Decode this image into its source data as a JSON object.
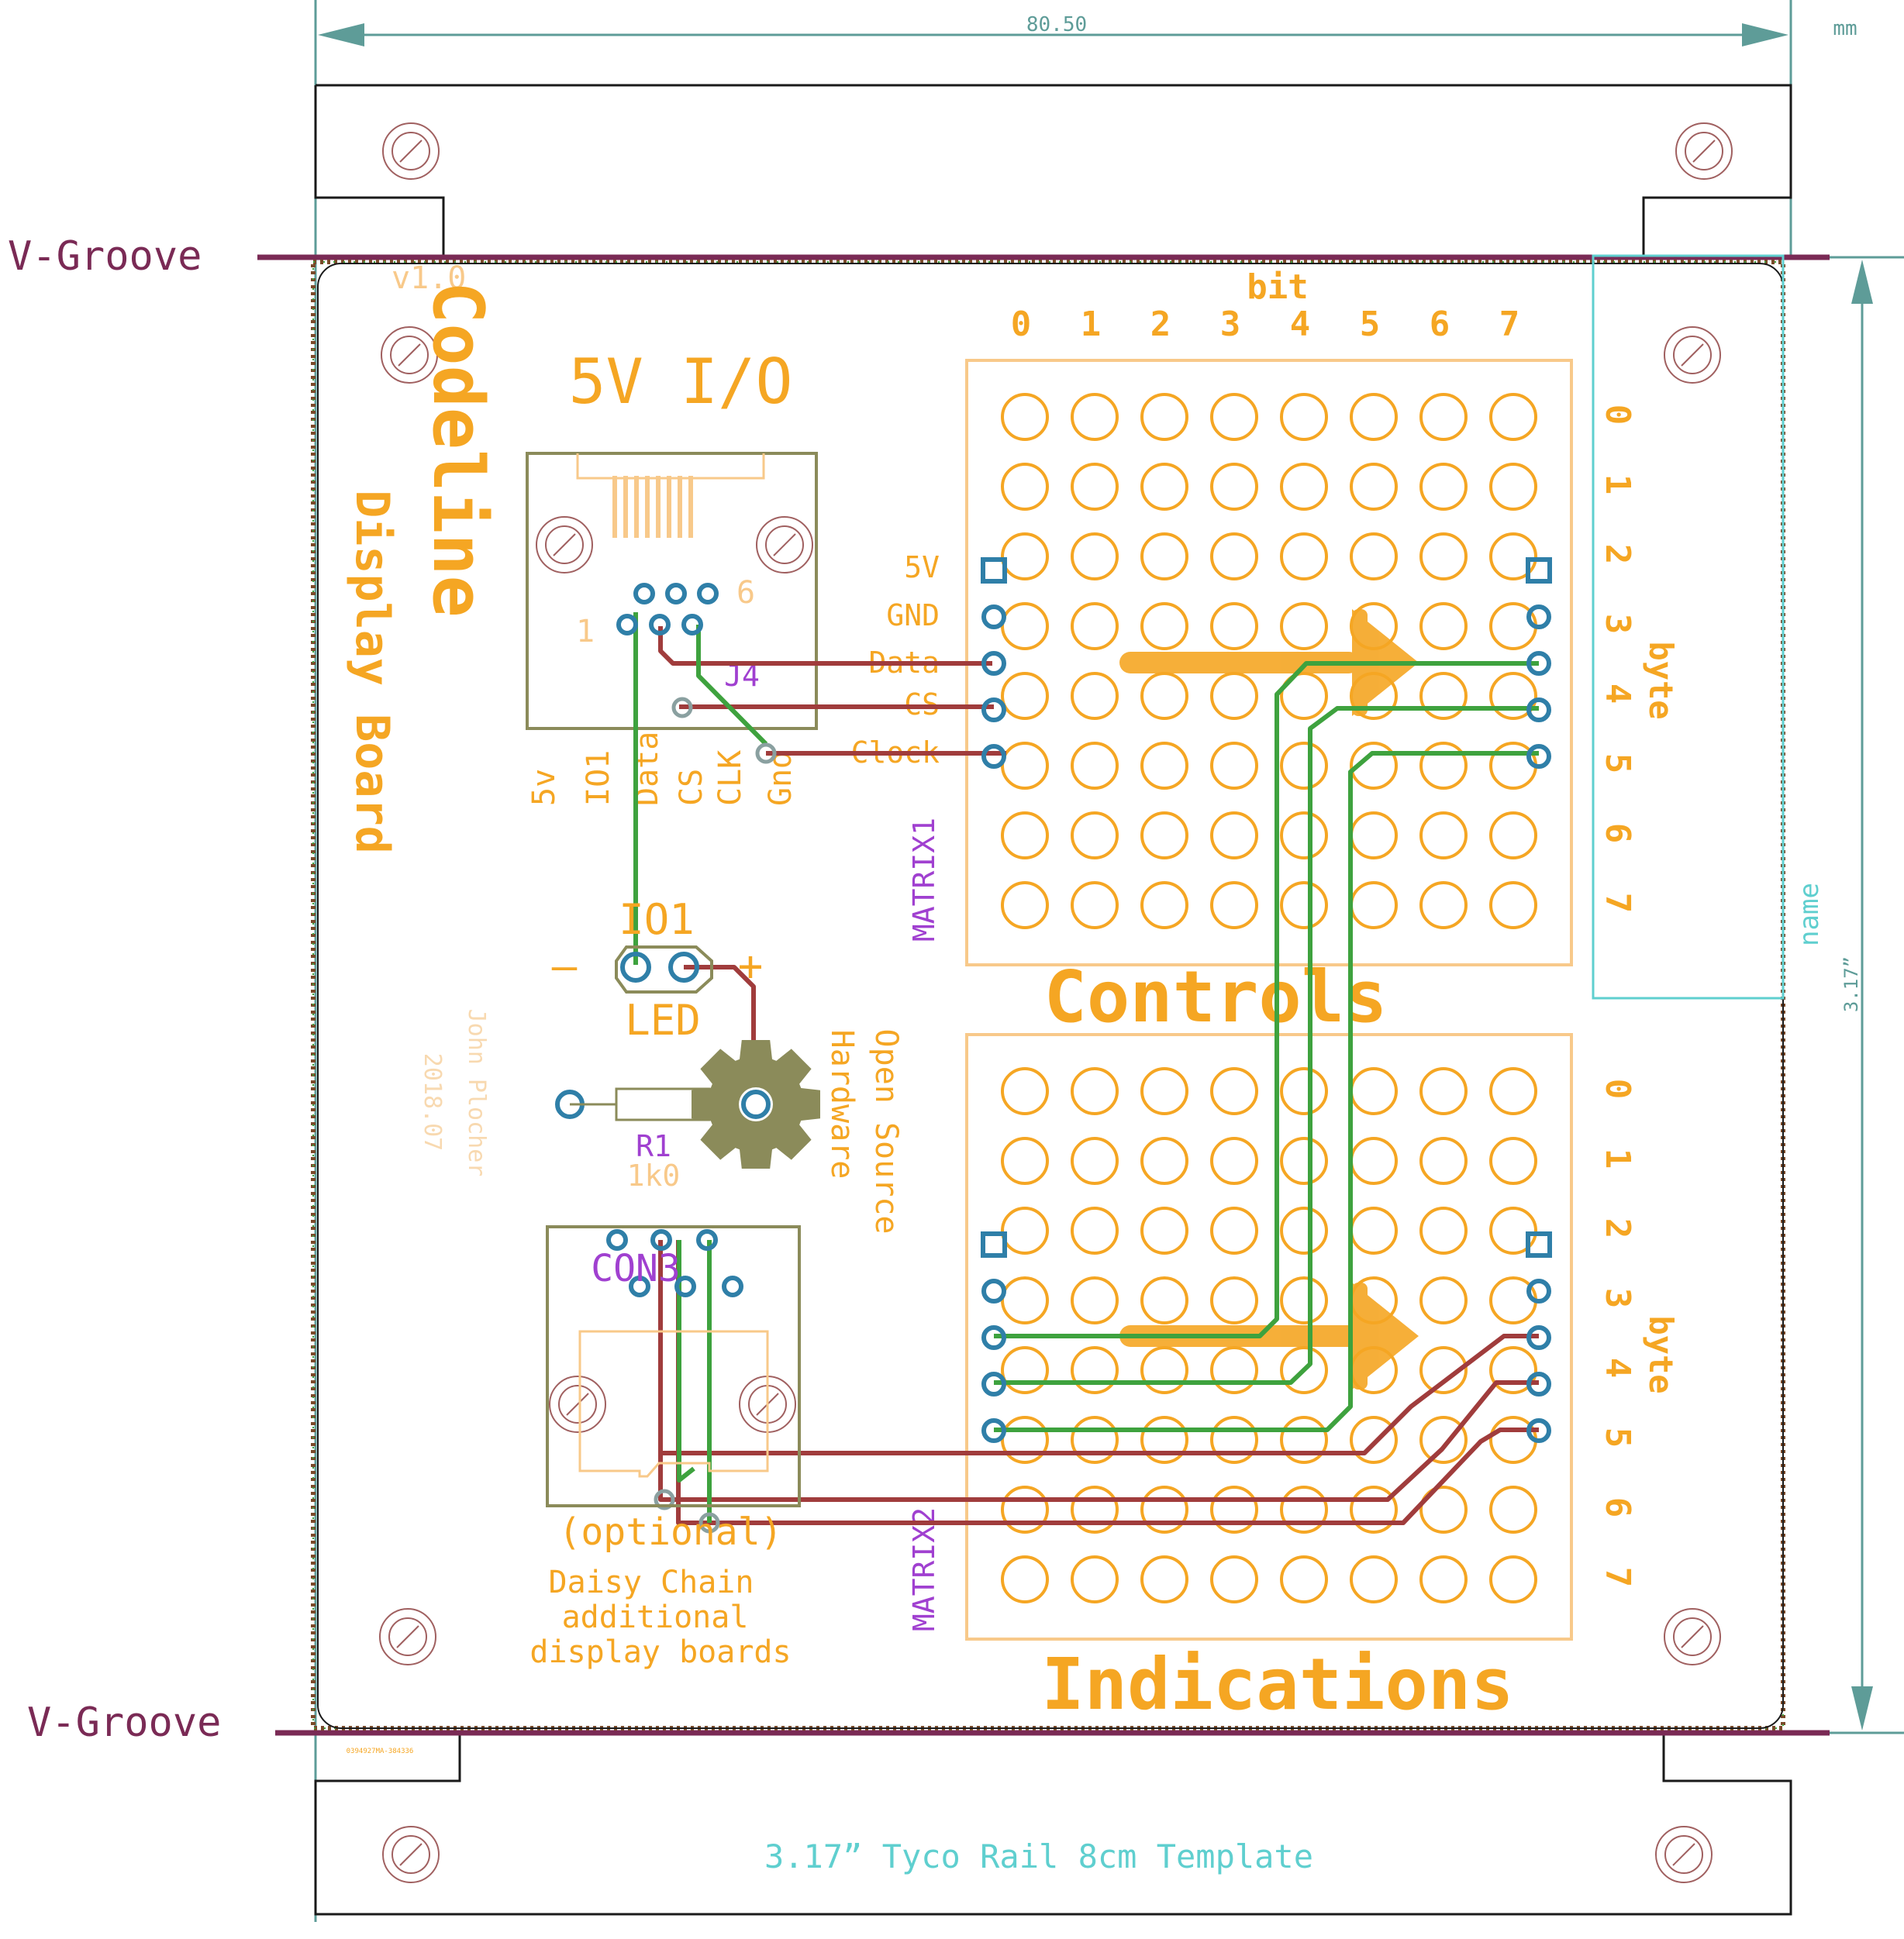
{
  "colors": {
    "silk": "#f5a623",
    "silk_light": "#f8c98a",
    "outline": "#1a1a1a",
    "pcb_outline": "#8b8b5a",
    "vgroove": "#7a2a55",
    "trace_red": "#a03c3c",
    "trace_green": "#3ea23e",
    "pad": "#2f7fa8",
    "dimension": "#5e9c98",
    "teal": "#5fcfcf",
    "purple": "#a040d0",
    "hole": "#a06060"
  },
  "dimension": {
    "width_value": "80.50",
    "unit": "mm",
    "height_value": "3.17”"
  },
  "vgroove": {
    "top_label": "V-Groove",
    "bottom_label": "V-Groove"
  },
  "board": {
    "version": "v1.0",
    "title": "Codeline",
    "subtitle": "Display Board",
    "author": "John Plocher",
    "date": "2018.07",
    "rail_template": "3.17” Tyco Rail 8cm Template",
    "name_box_label": "name",
    "tiny_ref": "0394927MA-384336"
  },
  "connector_j4": {
    "title": "5V I/O",
    "ref": "J4",
    "pin_first": "1",
    "pin_last": "6",
    "pin_labels": [
      "5v",
      "IO1",
      "Data",
      "CS",
      "CLK",
      "Gnd"
    ]
  },
  "signals": [
    "5V",
    "GND",
    "Data",
    "CS",
    "Clock"
  ],
  "led": {
    "ref": "IO1",
    "label": "LED",
    "minus": "–",
    "plus": "+"
  },
  "resistor": {
    "ref": "R1",
    "value": "1k0"
  },
  "oshw": {
    "line1": "Open Source",
    "line2": "Hardware"
  },
  "connector_con3": {
    "ref": "CON3",
    "optional": "(optional)",
    "note_lines": [
      "Daisy Chain",
      "additional",
      "display boards"
    ]
  },
  "matrix1": {
    "ref": "MATRIX1",
    "caption": "Controls",
    "bit_title": "bit",
    "byte_title": "byte"
  },
  "matrix2": {
    "ref": "MATRIX2",
    "caption": "Indications",
    "byte_title": "byte"
  },
  "bit_labels": [
    "0",
    "1",
    "2",
    "3",
    "4",
    "5",
    "6",
    "7"
  ],
  "byte_labels": [
    "0",
    "1",
    "2",
    "3",
    "4",
    "5",
    "6",
    "7"
  ]
}
